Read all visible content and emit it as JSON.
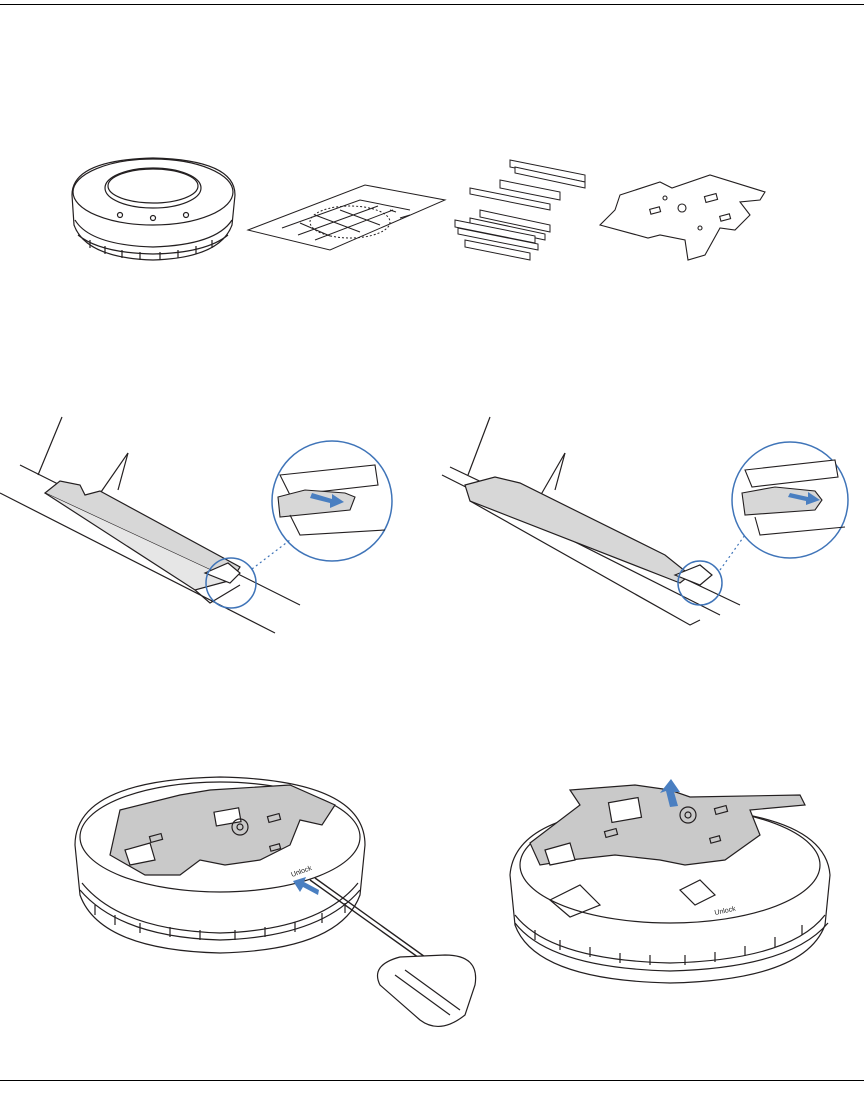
{
  "page": {
    "figures": [
      {
        "id": "package-contents",
        "icons": [
          "access-point-icon",
          "mounting-template-icon",
          "ceiling-rail-adapters-icon",
          "mounting-bracket-icon"
        ]
      },
      {
        "id": "rail-adapter-install",
        "icons": [
          "rail-adapter-narrow-icon",
          "rail-adapter-wide-icon",
          "blue-arrow-icon"
        ]
      },
      {
        "id": "bracket-removal",
        "icons": [
          "screwdriver-unlock-icon",
          "bracket-lift-icon",
          "blue-arrow-icon"
        ]
      }
    ],
    "labels": {
      "unlock_left": "Unlock",
      "unlock_right": "Unlock"
    },
    "colors": {
      "line": "#231f20",
      "rail_fill": "#d7d7d7",
      "bracket_fill": "#c9c9c9",
      "accent_blue": "#4a7fc1",
      "callout_blue": "#3f74b8"
    }
  }
}
